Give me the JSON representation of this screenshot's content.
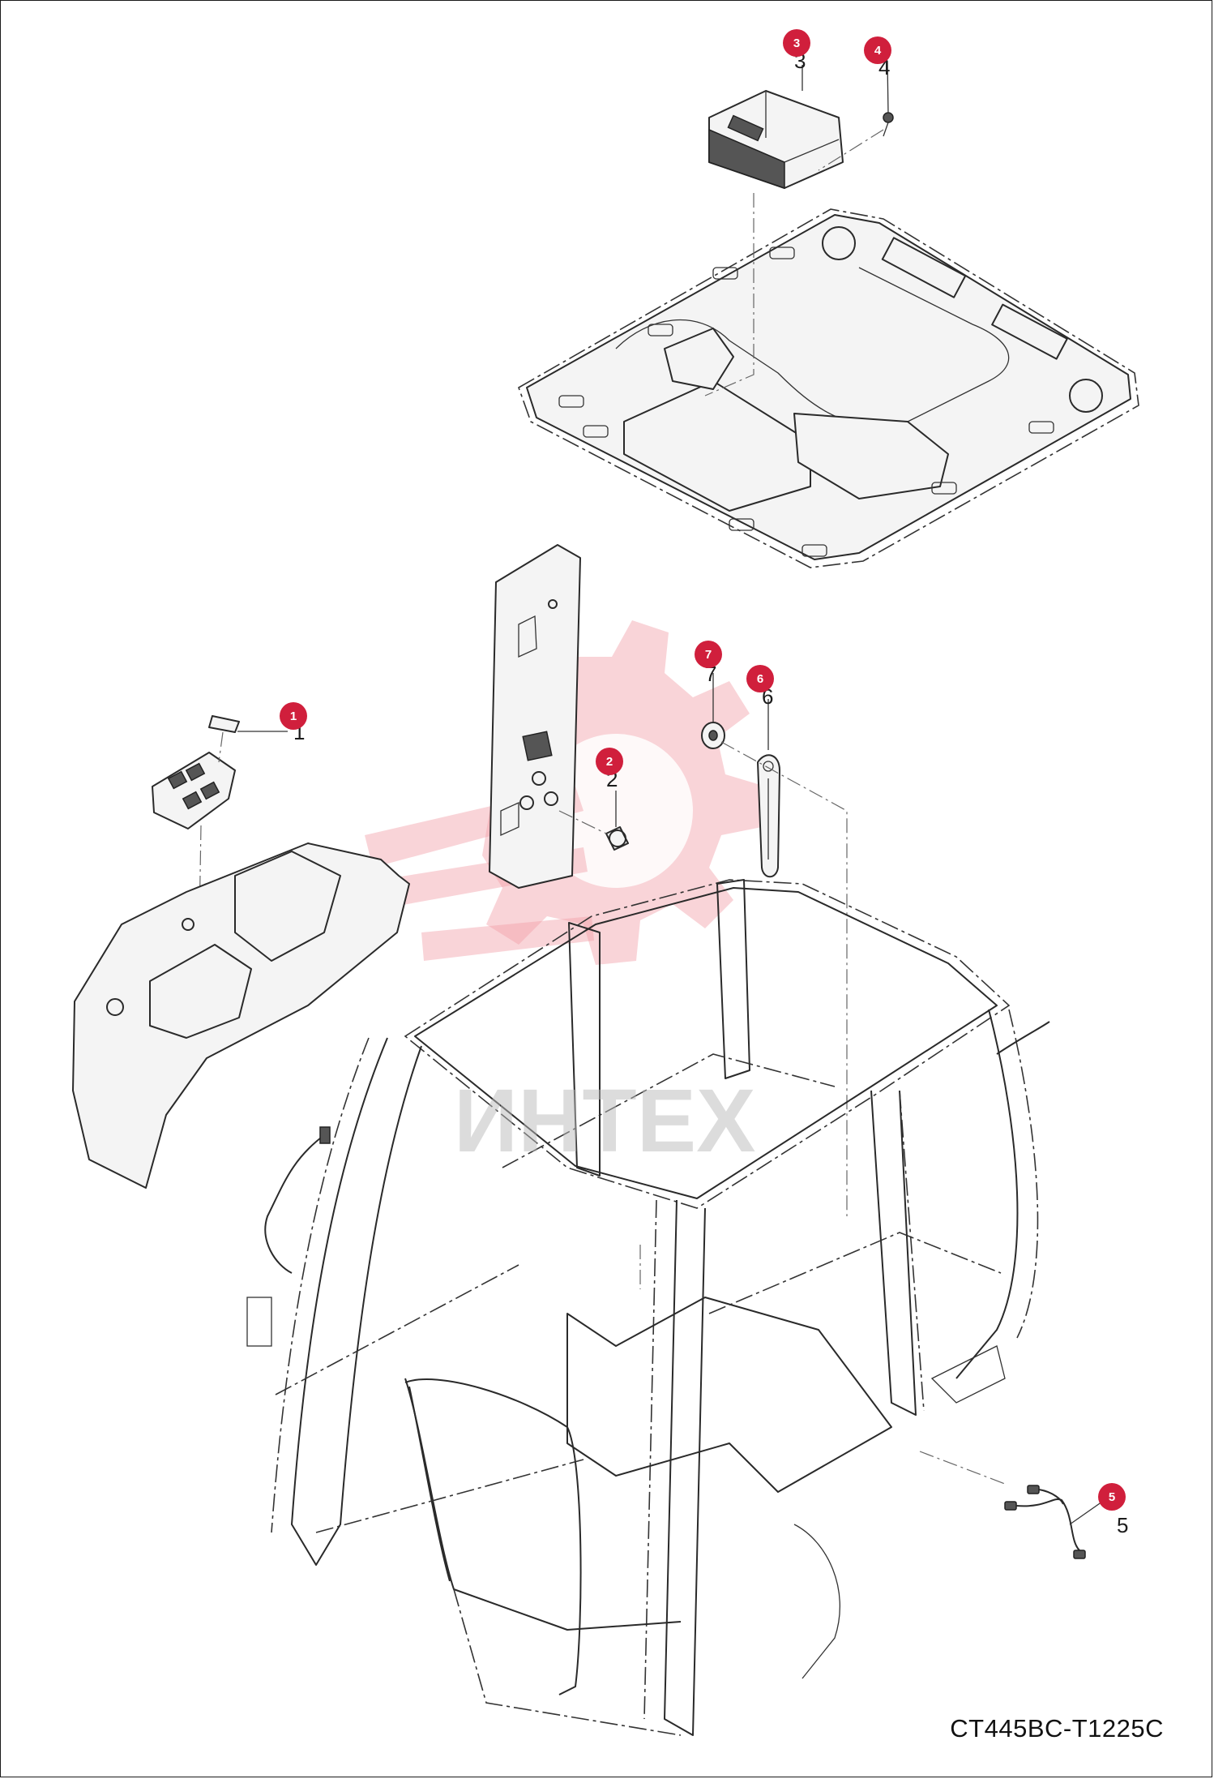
{
  "drawing_code": "CT445BC-T1225C",
  "watermark_text": "ИНТЕХ",
  "callouts": [
    {
      "number": "1"
    },
    {
      "number": "2"
    },
    {
      "number": "3"
    },
    {
      "number": "4"
    },
    {
      "number": "5"
    },
    {
      "number": "6"
    },
    {
      "number": "7"
    }
  ],
  "colors": {
    "callout": "#d01f3c",
    "linework": "#2a2a2a",
    "watermark": "#f2a0a8"
  }
}
